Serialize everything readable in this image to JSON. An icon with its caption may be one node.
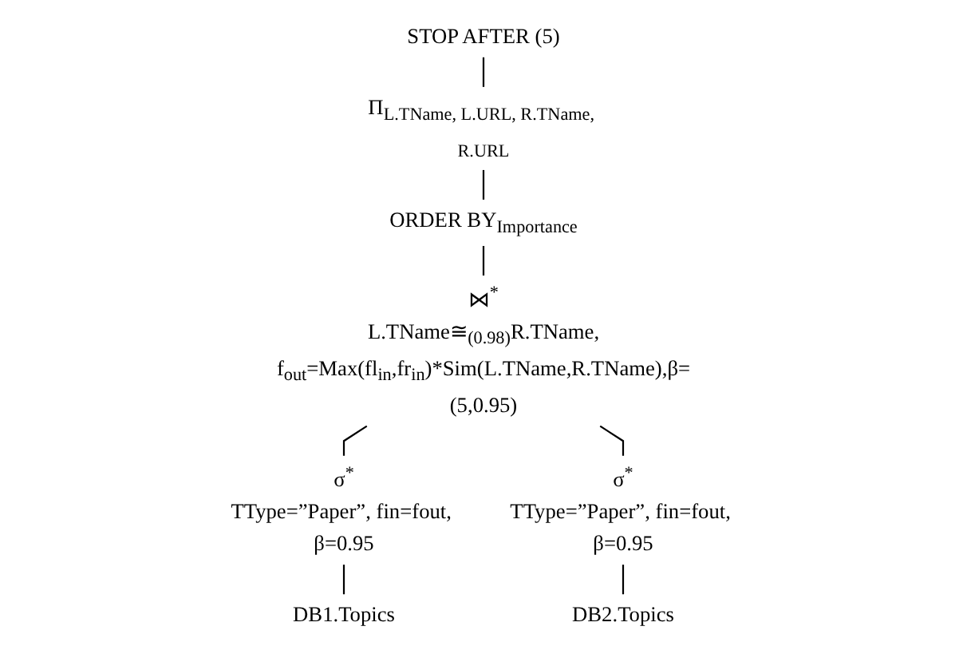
{
  "diagram": {
    "nodes": [
      {
        "text": [
          "STOP AFTER (5)"
        ]
      },
      {
        "text": [
          "Π$_{L.TName, L.URL, R.TName, R.URL}$"
        ]
      },
      {
        "text": [
          "ORDER BY$_{Importance}$"
        ]
      },
      {
        "text": [
          "⋈$^{*}$",
          "L.TName≅$_{(0.98)}$R.TName,",
          "f$_{out}$=Max(fl$_{in}$,fr$_{in}$)*Sim(L.TName,R.TName),β=(5,0.95)"
        ]
      },
      {
        "text": [
          "σ$^{*}$",
          "TType=”Paper”, fin=fout, β=0.95"
        ]
      },
      {
        "text": [
          "σ$^{*}$",
          "TType=”Paper”, fin=fout, β=0.95"
        ]
      },
      {
        "text": [
          "DB1.Topics"
        ]
      },
      {
        "text": [
          "DB2.Topics"
        ]
      }
    ],
    "edges": [
      {
        "from": 0,
        "to": 1,
        "arrow": "none"
      },
      {
        "from": 1,
        "to": 2,
        "arrow": "none"
      },
      {
        "from": 2,
        "to": 3,
        "arrow": "none"
      },
      {
        "from": 3,
        "to": 4,
        "arrow": "none"
      },
      {
        "from": 3,
        "to": 5,
        "arrow": "none"
      },
      {
        "from": 4,
        "to": 6,
        "arrow": "none"
      },
      {
        "from": 5,
        "to": 7,
        "arrow": "none"
      }
    ]
  }
}
